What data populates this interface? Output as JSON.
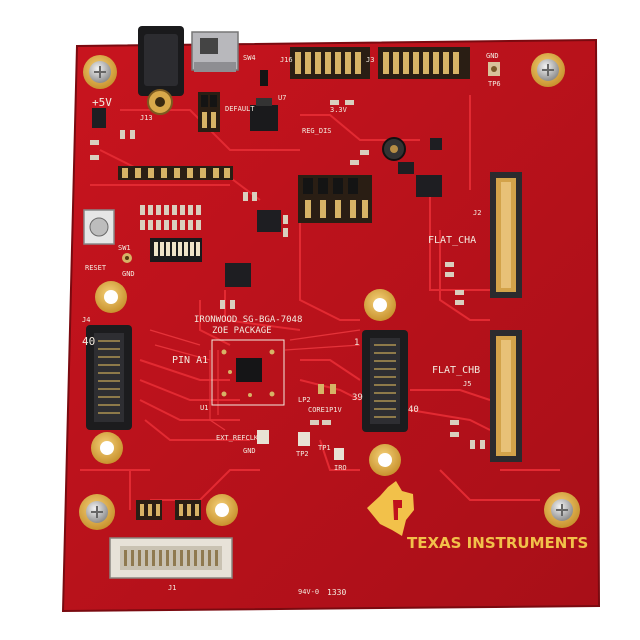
{
  "board": {
    "colors": {
      "pcb": "#c0121c",
      "pcb_dark": "#8e0d14",
      "trace": "#e0232c",
      "gold": "#e3b24a",
      "silkscreen": "#f3eadf",
      "chip": "#2a2a2e",
      "header_gold": "#c7a15a",
      "background": "#ffffff"
    },
    "silkscreen": {
      "plus5v": "+5V",
      "j13": "J13",
      "sw4": "SW4",
      "j16": "J16",
      "j3": "J3",
      "gnd_top": "GND",
      "tp6": "TP6",
      "default": "DEFAULT",
      "u7": "U7",
      "three_v3": "3.3V",
      "reg_dis": "REG_DIS",
      "reset": "RESET",
      "sw1": "SW1",
      "gnd_left": "GND",
      "flat_cha": "FLAT_CHA",
      "flat_chb": "FLAT_CHB",
      "j2": "J2",
      "j5": "J5",
      "j4": "J4",
      "j1": "J1",
      "u1": "U1",
      "ironwood": "IRONWOOD SG-BGA-7048",
      "zoe_package": "ZOE PACKAGE",
      "pin_a1": "PIN A1",
      "num_40_left": "40",
      "num_1_right": "1",
      "num_39": "39",
      "num_40_right": "40",
      "ext_refclk": "EXT_REFCLK",
      "gnd_mid": "GND",
      "core1p1v": "CORE1P1V",
      "lp2": "LP2",
      "tp2": "TP2",
      "tp1": "TP1",
      "iro": "IRO",
      "board_code": "94V-0",
      "date_code": "1330"
    },
    "brand": {
      "name": "TEXAS INSTRUMENTS"
    }
  }
}
